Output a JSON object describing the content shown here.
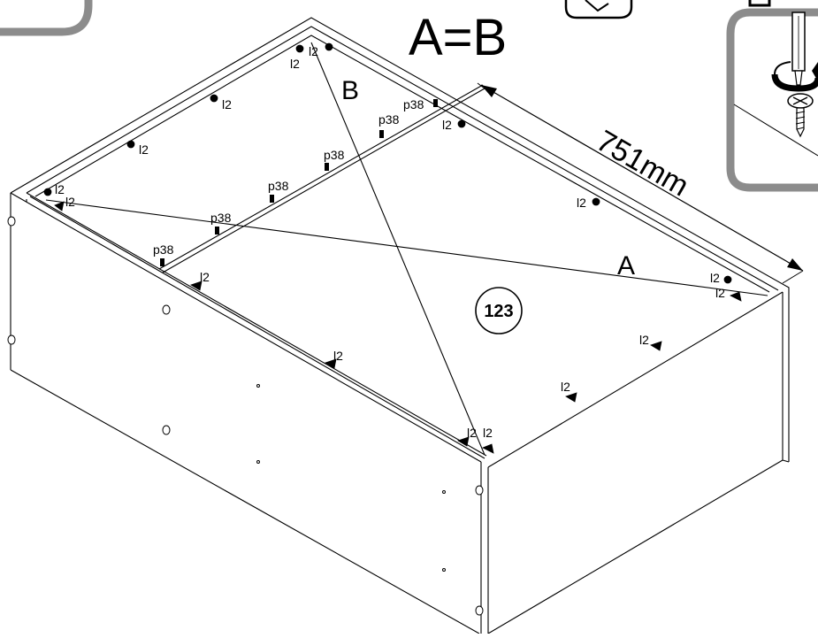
{
  "equation": "A=B",
  "dimension": "751mm",
  "diagonal_a": "A",
  "diagonal_b": "B",
  "part_number": "123",
  "fitting_l2": "l2",
  "fitting_p38": "p38",
  "colors": {
    "line": "#000000",
    "frame_gray": "#8c8c8c",
    "background": "#ffffff"
  },
  "icons": [
    "screwdriver-icon",
    "screw-icon",
    "rotation-arrow-icon",
    "tool-box-icon"
  ]
}
